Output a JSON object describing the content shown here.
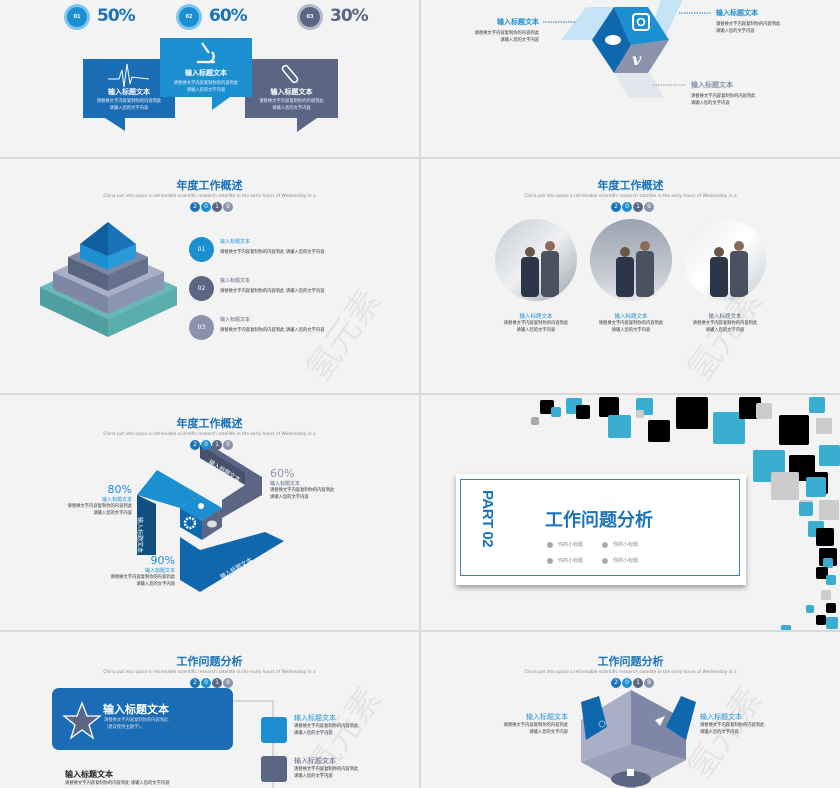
{
  "common": {
    "subtitle": "China put into space a retrievable scientific research satellite in the early hours of Wednesday in a",
    "year": [
      "2",
      "0",
      "1",
      "9"
    ],
    "heading": "输入标题文本",
    "body1": "请替换文字内容复制你的内容到此",
    "body2": "请输入您的文字内容",
    "body_full": "请替换文字内容复制你的内容到此 请输入您的文字内容",
    "watermark": "氢元素"
  },
  "colors": {
    "blue": "#1a73b8",
    "light_blue": "#1b8fd0",
    "slate": "#5a6683",
    "gray_blue": "#8a93ab",
    "teal": "#3aaed0",
    "bg": "#f3f3f3"
  },
  "slide1": {
    "stats": [
      {
        "num": "01",
        "pct": "50%"
      },
      {
        "num": "02",
        "pct": "60%"
      },
      {
        "num": "03",
        "pct": "30%"
      }
    ],
    "cards": [
      {
        "icon": "heartbeat-icon",
        "title": "输入标题文本"
      },
      {
        "icon": "microscope-icon",
        "title": "输入标题文本"
      },
      {
        "icon": "test-tube-icon",
        "title": "输入标题文本"
      }
    ]
  },
  "slide2": {
    "icons": [
      "twitter-icon",
      "instagram-icon",
      "vimeo-icon"
    ],
    "labels": [
      "输入标题文本",
      "输入标题文本",
      "输入标题文本"
    ]
  },
  "slide3": {
    "title": "年度工作概述",
    "items": [
      {
        "num": "01",
        "title": "输入标题文本"
      },
      {
        "num": "02",
        "title": "输入标题文本"
      },
      {
        "num": "03",
        "title": "输入标题文本"
      }
    ]
  },
  "slide4": {
    "title": "年度工作概述",
    "captions": [
      "输入标题文本",
      "输入标题文本",
      "输入标题文本"
    ]
  },
  "slide5": {
    "title": "年度工作概述",
    "stats": [
      {
        "pct": "80%",
        "title": "输入标题文本"
      },
      {
        "pct": "60%",
        "title": "输入标题文本"
      },
      {
        "pct": "90%",
        "title": "输入标题文本"
      }
    ],
    "ribbons": [
      "输入标题文本",
      "输入标题文本",
      "输入标题文本"
    ]
  },
  "slide6": {
    "part": "PART 02",
    "title": "工作问题分析",
    "subtitles": [
      "你的小标题",
      "你的小标题",
      "你的小标题",
      "你的小标题"
    ]
  },
  "slide7": {
    "title": "工作问题分析",
    "card_title": "输入标题文本",
    "card_body": [
      "请替换文字内容复制你的内容到此",
      "（建议使用主题字）。"
    ],
    "items": [
      "输入标题文本",
      "输入标题文本"
    ],
    "bottom_title": "输入标题文本"
  },
  "slide8": {
    "title": "工作问题分析",
    "labels": [
      "输入标题文本",
      "输入标题文本"
    ]
  }
}
